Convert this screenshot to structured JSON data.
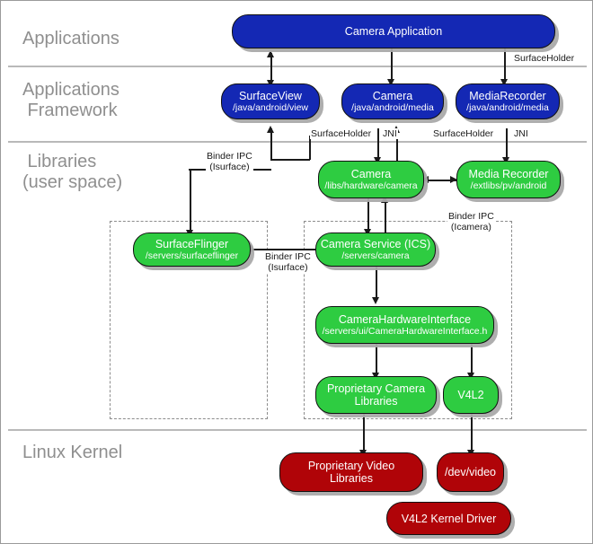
{
  "diagram": {
    "title": "Android Camera Architecture",
    "colors": {
      "application_blue": "#1428b4",
      "library_green": "#2ecc41",
      "kernel_red": "#b00408",
      "layer_label_gray": "#8f8f8f",
      "divider_gray": "#b9b9b9",
      "dashed_group_gray": "#8c8c8c",
      "connector_black": "#1a1a1a"
    }
  },
  "layers": [
    {
      "id": "applications",
      "label": "Applications"
    },
    {
      "id": "applications_framework",
      "label": "Applications\n Framework"
    },
    {
      "id": "libraries",
      "label": " Libraries\n(user space)"
    },
    {
      "id": "linux_kernel",
      "label": "Linux Kernel"
    }
  ],
  "nodes": [
    {
      "id": "camera_application",
      "title": "Camera Application",
      "subtitle": "",
      "kind": "blue"
    },
    {
      "id": "surfaceview",
      "title": "SurfaceView",
      "subtitle": "/java/android/view",
      "kind": "blue"
    },
    {
      "id": "camera_java",
      "title": "Camera",
      "subtitle": "/java/android/media",
      "kind": "blue"
    },
    {
      "id": "mediarecorder_java",
      "title": "MediaRecorder",
      "subtitle": "/java/android/media",
      "kind": "blue"
    },
    {
      "id": "camera_lib",
      "title": "Camera",
      "subtitle": "/libs/hardware/camera",
      "kind": "green"
    },
    {
      "id": "media_recorder_lib",
      "title": "Media Recorder",
      "subtitle": "/extlibs/pv/android",
      "kind": "green"
    },
    {
      "id": "surfaceflinger",
      "title": "SurfaceFlinger",
      "subtitle": "/servers/surfaceflinger",
      "kind": "green"
    },
    {
      "id": "camera_service",
      "title": "Camera Service (ICS)",
      "subtitle": "/servers/camera",
      "kind": "green"
    },
    {
      "id": "camera_hardware_interface",
      "title": "CameraHardwareInterface",
      "subtitle": "/servers/ui/CameraHardwareInterface.h",
      "kind": "green"
    },
    {
      "id": "proprietary_camera_libs",
      "title": "Proprietary Camera",
      "subtitle": "Libraries",
      "kind": "green"
    },
    {
      "id": "v4l2",
      "title": "V4L2",
      "subtitle": "",
      "kind": "green"
    },
    {
      "id": "proprietary_video_libs",
      "title": "Proprietary Video",
      "subtitle": "Libraries",
      "kind": "red"
    },
    {
      "id": "dev_video",
      "title": "/dev/video",
      "subtitle": "",
      "kind": "red"
    },
    {
      "id": "v4l2_kernel_driver",
      "title": "V4L2 Kernel Driver",
      "subtitle": "",
      "kind": "red"
    }
  ],
  "edge_labels": [
    {
      "id": "surfaceholder_app_mediarecorder",
      "text": "SurfaceHolder"
    },
    {
      "id": "surfaceholder_camera_lib",
      "text": "SurfaceHolder"
    },
    {
      "id": "jni_camera",
      "text": "JNI"
    },
    {
      "id": "surfaceholder_mediarecorder_lib",
      "text": "SurfaceHolder"
    },
    {
      "id": "jni_mediarecorder",
      "text": "JNI"
    },
    {
      "id": "binder_ipc_isurface_top",
      "line1": "Binder IPC",
      "line2": "(Isurface)"
    },
    {
      "id": "binder_ipc_isurface_service",
      "line1": "Binder IPC",
      "line2": "(Isurface)"
    },
    {
      "id": "binder_ipc_icamera",
      "line1": "Binder IPC",
      "line2": "(Icamera)"
    }
  ]
}
